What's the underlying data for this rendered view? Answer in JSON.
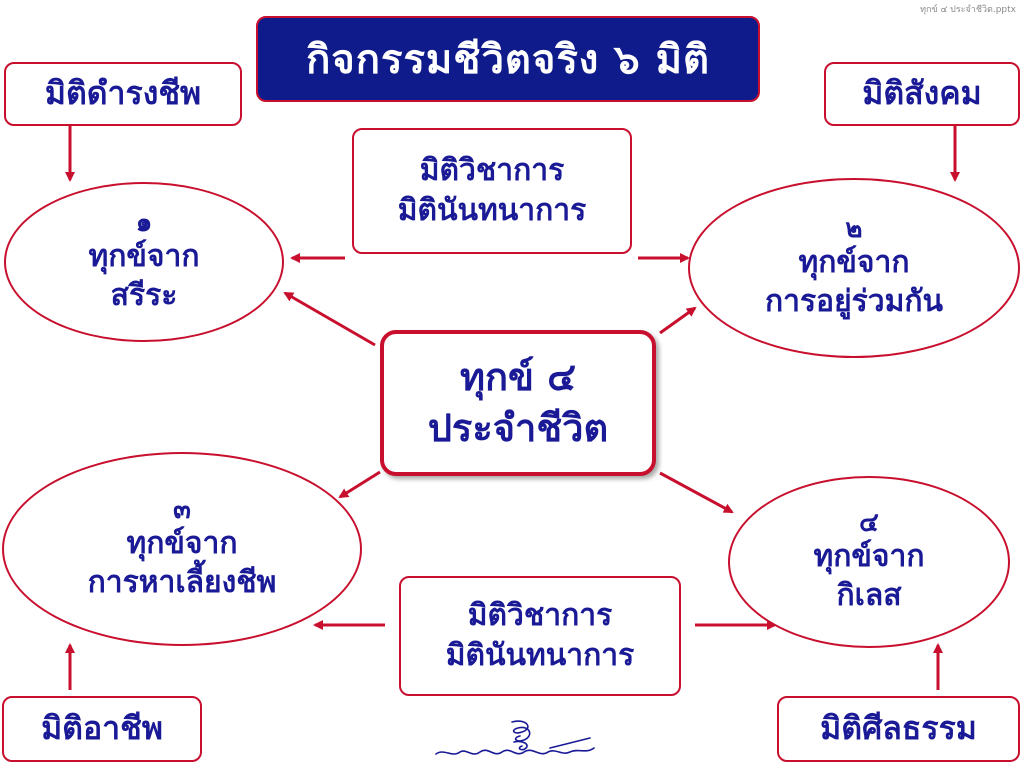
{
  "file_label": "ทุกข์ ๔ ประจำชีวิต.pptx",
  "title": "กิจกรรมชีวิตจริง ๖ มิติ",
  "center": {
    "line1": "ทุกข์ ๔",
    "line2": "ประจำชีวิต"
  },
  "corner_tags": {
    "top_left": "มิติดำรงชีพ",
    "top_right": "มิติสังคม",
    "bottom_left": "มิติอาชีพ",
    "bottom_right": "มิติศีลธรรม"
  },
  "middle_tags": {
    "top": {
      "line1": "มิติวิชาการ",
      "line2": "มิตินันทนาการ"
    },
    "bottom": {
      "line1": "มิติวิชาการ",
      "line2": "มิตินันทนาการ"
    }
  },
  "sufferings": [
    {
      "number": "๑",
      "line1": "ทุกข์จาก",
      "line2": "สรีระ"
    },
    {
      "number": "๒",
      "line1": "ทุกข์จาก",
      "line2": "การอยู่ร่วมกัน"
    },
    {
      "number": "๓",
      "line1": "ทุกข์จาก",
      "line2": "การหาเลี้ยงชีพ"
    },
    {
      "number": "๔",
      "line1": "ทุกข์จาก",
      "line2": "กิเลส"
    }
  ],
  "colors": {
    "title_bg": "#0f1b8a",
    "text": "#1a1a96",
    "border": "#c8102e",
    "arrow": "#c8102e"
  }
}
